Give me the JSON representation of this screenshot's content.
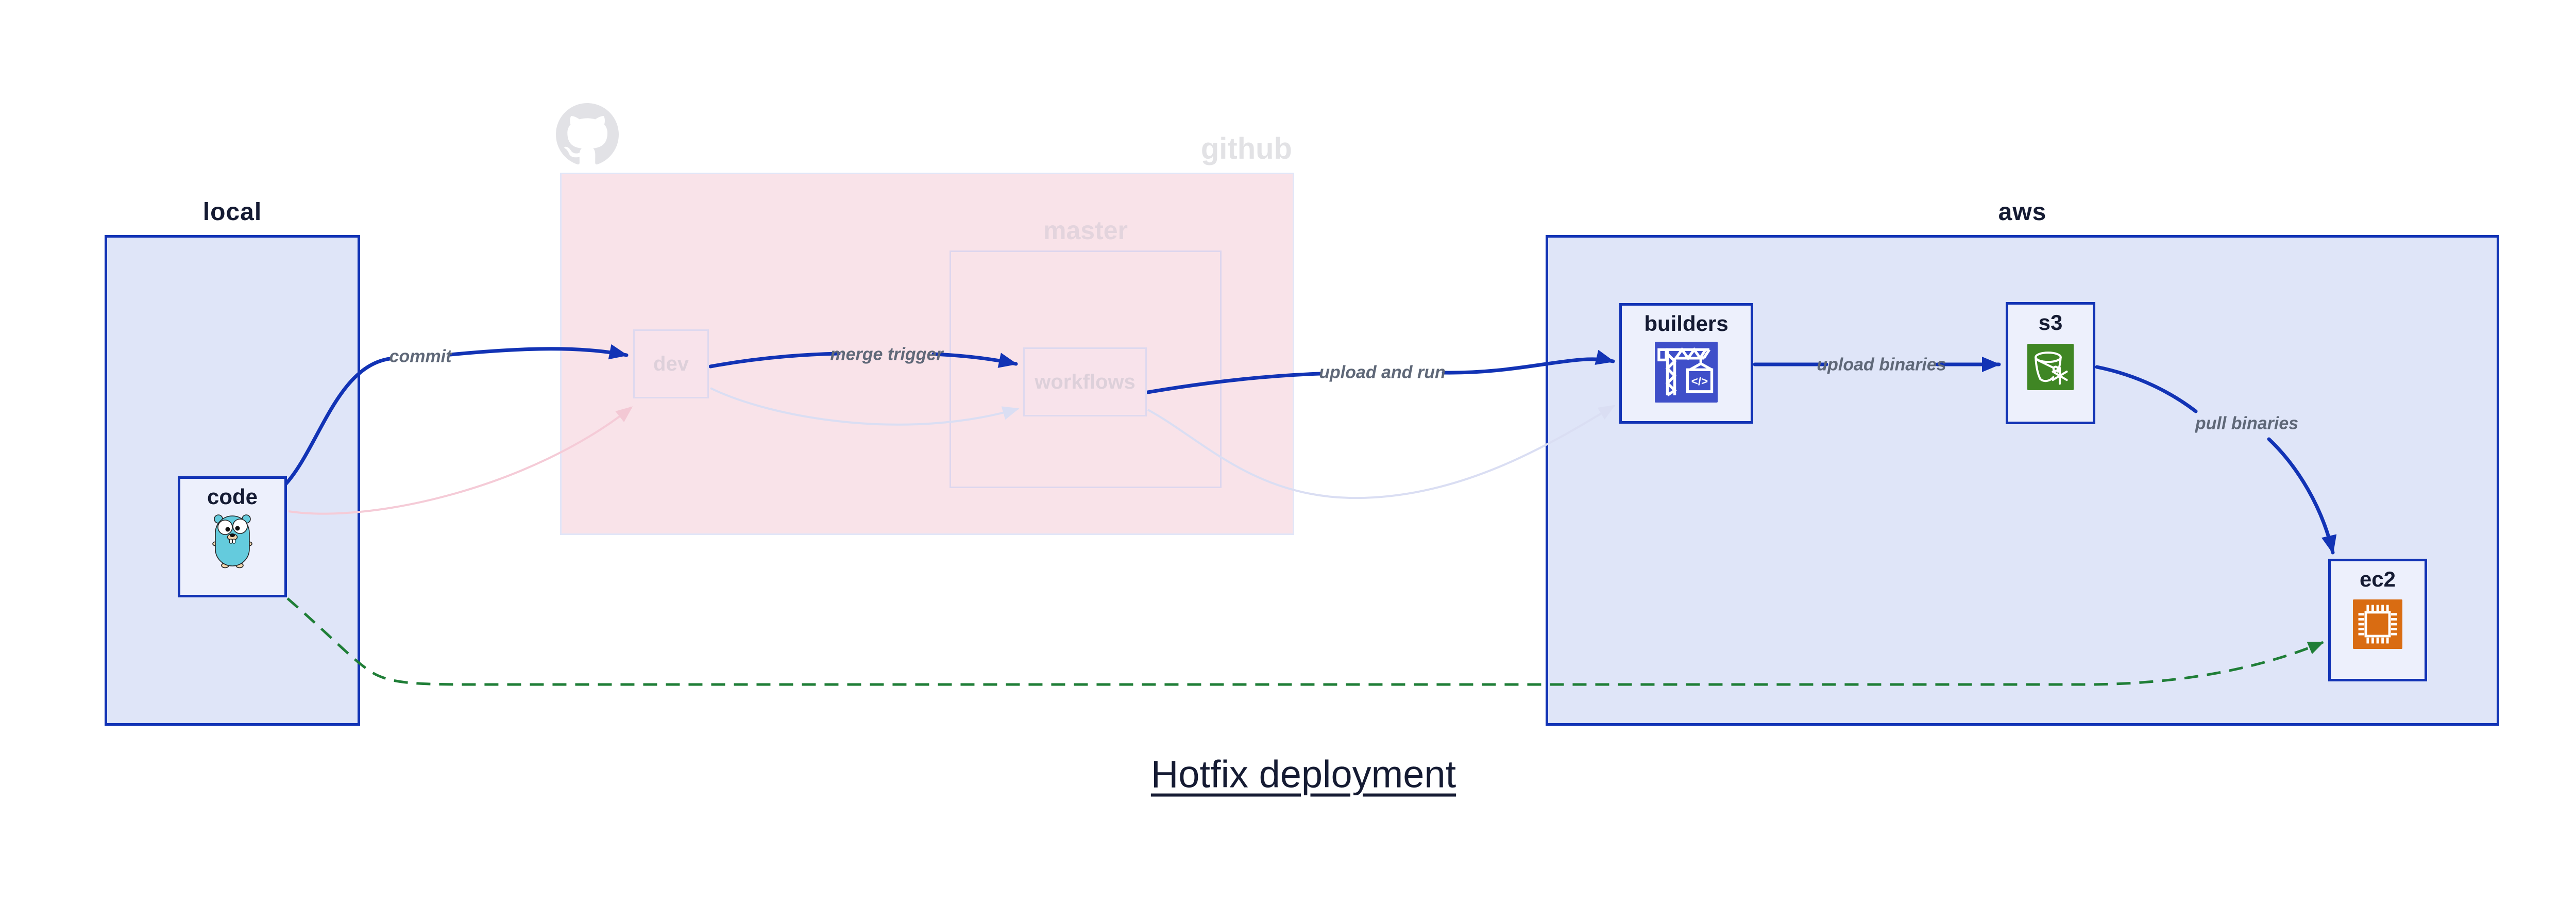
{
  "title": "Hotfix deployment",
  "containers": {
    "local": {
      "label": "local"
    },
    "github": {
      "label": "github"
    },
    "master": {
      "label": "master"
    },
    "aws": {
      "label": "aws"
    }
  },
  "nodes": {
    "code": {
      "label": "code",
      "icon": "go-gopher-icon"
    },
    "dev": {
      "label": "dev"
    },
    "workflows": {
      "label": "workflows"
    },
    "builders": {
      "label": "builders",
      "icon": "codebuild-crane-icon"
    },
    "s3": {
      "label": "s3",
      "icon": "s3-bucket-icon"
    },
    "ec2": {
      "label": "ec2",
      "icon": "ec2-chip-icon"
    }
  },
  "edges": {
    "commit": {
      "label": "commit",
      "style": "solid-blue"
    },
    "merge_trigger": {
      "label": "merge trigger",
      "style": "solid-blue"
    },
    "upload_and_run": {
      "label": "upload and run",
      "style": "solid-blue"
    },
    "upload_binaries": {
      "label": "upload binaries",
      "style": "solid-blue"
    },
    "pull_binaries": {
      "label": "pull binaries",
      "style": "solid-blue"
    },
    "hotfix_direct": {
      "label": "",
      "style": "dashed-green"
    },
    "ghost_code_dev": {
      "label": "",
      "style": "faded-pink"
    },
    "ghost_dev_workflows": {
      "label": "",
      "style": "faded-blue"
    },
    "ghost_workflows_builders": {
      "label": "",
      "style": "faded-blue"
    }
  },
  "icons": {
    "github_logo": "github-octocat-icon",
    "code": "go-gopher-icon",
    "builders": "codebuild-crane-icon",
    "s3": "s3-bucket-icon",
    "ec2": "ec2-chip-icon"
  },
  "colors": {
    "accent_blue": "#1233b5",
    "navy_text": "#151b33",
    "container_fill": "#dfe5f8",
    "node_fill": "#edf0fc",
    "github_fill": "#f9e3e9",
    "faded_label": "#ddd0da",
    "github_gray": "#e2e2e5",
    "edge_label_gray": "#5f6878",
    "hotfix_green": "#1f7e37",
    "ghost_blue": "#dadef3",
    "ghost_pink": "#f5cbd7",
    "codebuild_purple": "#3f4fc9",
    "s3_green": "#3f8624",
    "ec2_orange": "#d96c12",
    "gopher_teal": "#64cbdd"
  }
}
